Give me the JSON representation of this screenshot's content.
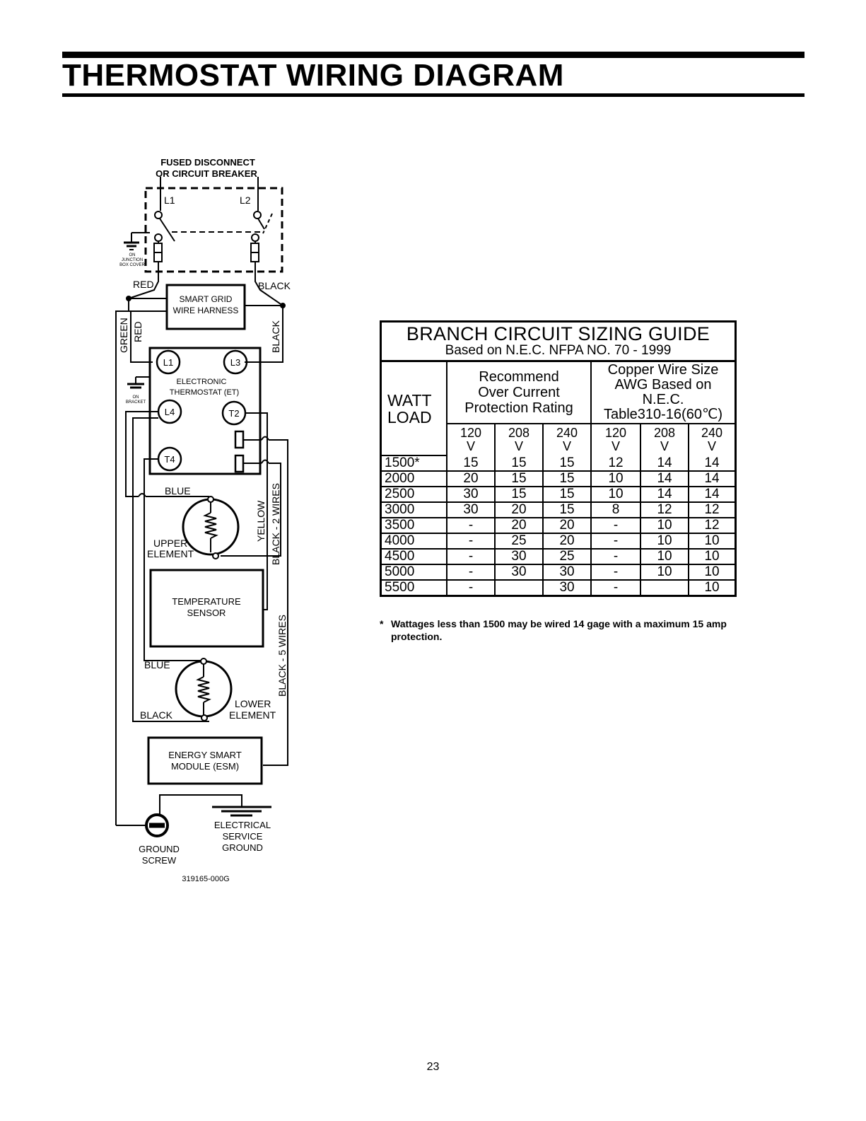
{
  "page": {
    "title": "THERMOSTAT WIRING DIAGRAM",
    "page_number": "23"
  },
  "diagram": {
    "labels": {
      "fused_disconnect_1": "FUSED DISCONNECT",
      "fused_disconnect_2": "OR CIRCUIT BREAKER",
      "l1": "L1",
      "l2": "L2",
      "on": "ON",
      "junction_1": "JUNCTION",
      "junction_2": "BOX COVER",
      "red": "RED",
      "black": "BLACK",
      "smart_grid_1": "SMART GRID",
      "smart_grid_2": "WIRE HARNESS",
      "green": "GREEN",
      "red_vertical": "RED",
      "black_vertical": "BLACK",
      "t_l1": "L1",
      "t_l3": "L3",
      "t_l4": "L4",
      "t_t2": "T2",
      "t_t4": "T4",
      "thermostat_1": "ELECTRONIC",
      "thermostat_2": "THERMOSTAT (ET)",
      "on_bracket_1": "ON",
      "on_bracket_2": "BRACKET",
      "blue_upper": "BLUE",
      "upper_1": "UPPER",
      "upper_2": "ELEMENT",
      "yellow": "YELLOW",
      "black_2_wires": "BLACK - 2 WIRES",
      "sensor_1": "TEMPERATURE",
      "sensor_2": "SENSOR",
      "black_5_wires": "BLACK - 5 WIRES",
      "blue_lower": "BLUE",
      "black_lower": "BLACK",
      "lower_1": "LOWER",
      "lower_2": "ELEMENT",
      "esm_1": "ENERGY SMART",
      "esm_2": "MODULE (ESM)",
      "ground_screw_1": "GROUND",
      "ground_screw_2": "SCREW",
      "service_1": "ELECTRICAL",
      "service_2": "SERVICE",
      "service_3": "GROUND",
      "part_number": "319165-000G"
    }
  },
  "table": {
    "title": "BRANCH CIRCUIT SIZING GUIDE",
    "subtitle": "Based on N.E.C. NFPA NO. 70 - 1999",
    "watt_label_1": "WATT",
    "watt_label_2": "LOAD",
    "recommend_1": "Recommend",
    "recommend_2": "Over Current",
    "recommend_3": "Protection Rating",
    "copper_1": "Copper Wire Size",
    "copper_2": "AWG Based on",
    "copper_3": "N.E.C.",
    "copper_4": "Table310-16(60℃)",
    "voltages": [
      {
        "num": "120",
        "unit": "V"
      },
      {
        "num": "208",
        "unit": "V"
      },
      {
        "num": "240",
        "unit": "V"
      },
      {
        "num": "120",
        "unit": "V"
      },
      {
        "num": "208",
        "unit": "V"
      },
      {
        "num": "240",
        "unit": "V"
      }
    ],
    "rows": [
      {
        "load": "1500*",
        "vals": [
          "15",
          "15",
          "15",
          "12",
          "14",
          "14"
        ]
      },
      {
        "load": "2000",
        "vals": [
          "20",
          "15",
          "15",
          "10",
          "14",
          "14"
        ]
      },
      {
        "load": "2500",
        "vals": [
          "30",
          "15",
          "15",
          "10",
          "14",
          "14"
        ]
      },
      {
        "load": "3000",
        "vals": [
          "30",
          "20",
          "15",
          "8",
          "12",
          "12"
        ]
      },
      {
        "load": "3500",
        "vals": [
          "-",
          "20",
          "20",
          "-",
          "10",
          "12"
        ]
      },
      {
        "load": "4000",
        "vals": [
          "-",
          "25",
          "20",
          "-",
          "10",
          "10"
        ]
      },
      {
        "load": "4500",
        "vals": [
          "-",
          "30",
          "25",
          "-",
          "10",
          "10"
        ]
      },
      {
        "load": "5000",
        "vals": [
          "-",
          "30",
          "30",
          "-",
          "10",
          "10"
        ]
      },
      {
        "load": "5500",
        "vals": [
          "-",
          "",
          "30",
          "-",
          "",
          "10"
        ]
      }
    ],
    "footnote_star": "*",
    "footnote": "Wattages less than 1500 may be wired 14 gage with a maximum 15 amp protection."
  }
}
